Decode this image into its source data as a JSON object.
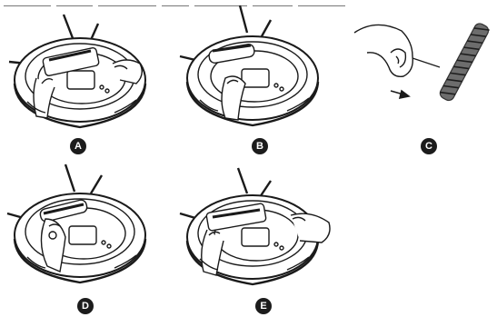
{
  "steps": [
    {
      "letter": "A"
    },
    {
      "letter": "B"
    },
    {
      "letter": "C"
    },
    {
      "letter": "D"
    },
    {
      "letter": "E"
    }
  ]
}
